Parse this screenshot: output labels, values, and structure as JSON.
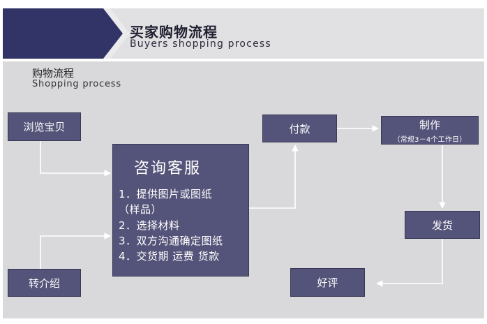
{
  "header": {
    "title": "买家购物流程",
    "subtitle": "Buyers shopping process"
  },
  "section": {
    "title": "购物流程",
    "subtitle": "Shopping process"
  },
  "nodes": {
    "browse": "浏览宝贝",
    "referral": "转介绍",
    "pay": "付款",
    "make": {
      "label": "制作",
      "note": "（常规3－4个工作日）"
    },
    "ship": "发货",
    "review": "好评"
  },
  "consult": {
    "title": "咨询客服",
    "steps": [
      "1．提供图片或图纸",
      "（样品）",
      "2．选择材料",
      "3．双方沟通确定图纸",
      "4．交货期 运费 货款"
    ]
  },
  "colors": {
    "node_fill": "#545379",
    "header_block": "#323366",
    "panel_bg": "#d9d9dc",
    "arrow": "#ffffff"
  }
}
